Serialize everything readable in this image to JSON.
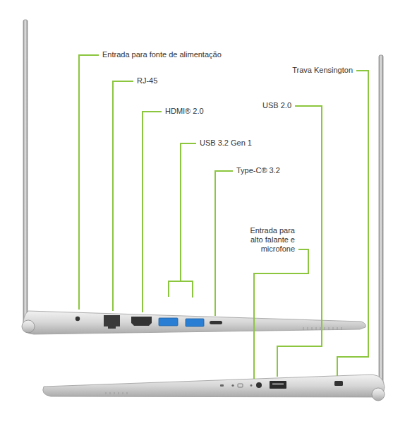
{
  "diagram": {
    "labels": [
      "Entrada para fonte de alimentação",
      "RJ-45",
      "HDMI® 2.0",
      "USB 3.2 Gen 1",
      "Type-C® 3.2",
      "Trava Kensington",
      "USB 2.0",
      "Entrada para alto falante e microfone"
    ]
  }
}
